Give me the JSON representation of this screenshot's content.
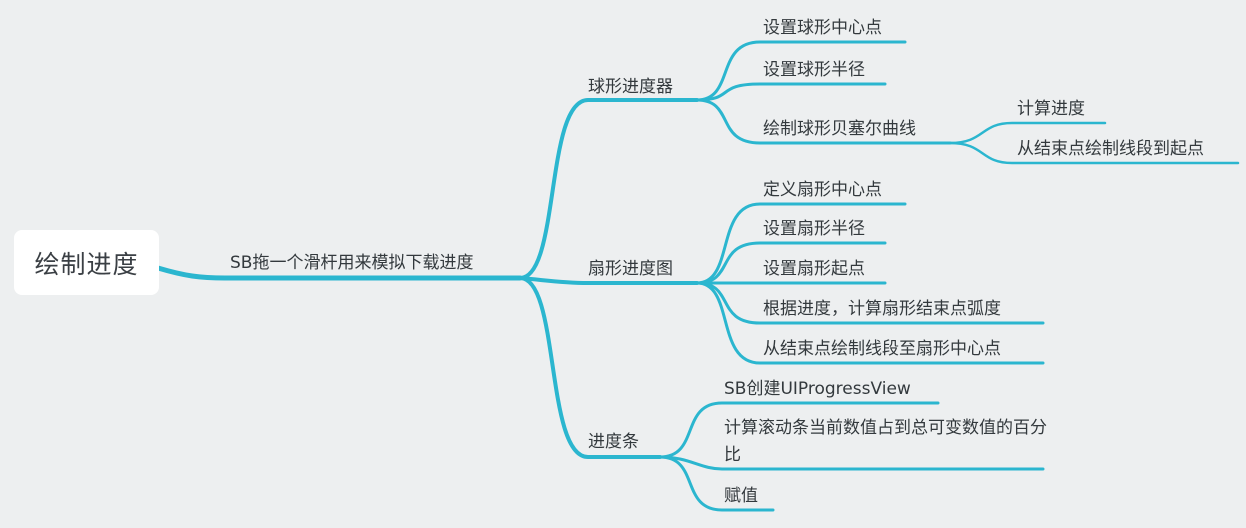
{
  "root": {
    "label": "绘制进度"
  },
  "branch": {
    "label": "SB拖一个滑杆用来模拟下载进度"
  },
  "groups": [
    {
      "label": "球形进度器",
      "items": [
        "设置球形中心点",
        "设置球形半径",
        "绘制球形贝塞尔曲线"
      ],
      "subitems": [
        "计算进度",
        "从结束点绘制线段到起点"
      ]
    },
    {
      "label": "扇形进度图",
      "items": [
        "定义扇形中心点",
        "设置扇形半径",
        "设置扇形起点",
        "根据进度，计算扇形结束点弧度",
        "从结束点绘制线段至扇形中心点"
      ]
    },
    {
      "label": "进度条",
      "items": [
        "SB创建UIProgressView",
        "计算滚动条当前数值占到总可变数值的百分比",
        "赋值"
      ]
    }
  ],
  "colors": {
    "link": "#2bb6cf",
    "background": "#edeff0",
    "root_fill": "#ffffff",
    "text": "#33393d"
  }
}
